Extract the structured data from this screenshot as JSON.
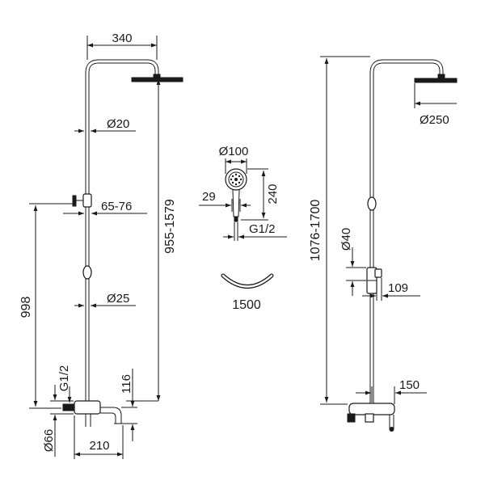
{
  "left_unit": {
    "arm_width": "340",
    "upper_pipe_diameter": "Ø20",
    "holder_range": "65-76",
    "column_height": "955-1579",
    "lower_pipe_diameter": "Ø25",
    "mixer_height": "998",
    "inlet_thread": "G1/2",
    "spout_height": "116",
    "spout_length": "210",
    "mixer_diameter": "Ø66"
  },
  "hand_shower": {
    "head_diameter": "Ø100",
    "handle_offset": "29",
    "length": "240",
    "thread": "G1/2"
  },
  "hose": {
    "length": "1500"
  },
  "right_unit": {
    "total_height": "1076-1700",
    "head_diameter": "Ø250",
    "pipe_diameter": "Ø40",
    "holder_width": "109",
    "mixer_width": "150"
  }
}
